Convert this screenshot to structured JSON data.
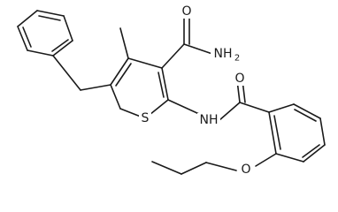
{
  "atom_labels": {
    "amide_nh2": "NH",
    "amide_nh2_sub": "2",
    "carbonyl_o_top": "O",
    "thiophene_s": "S",
    "amide_nh": "NH",
    "benzoyl_o": "O",
    "ether_o": "O"
  },
  "colors": {
    "bond": "#1a1a1a",
    "background": "#ffffff"
  }
}
